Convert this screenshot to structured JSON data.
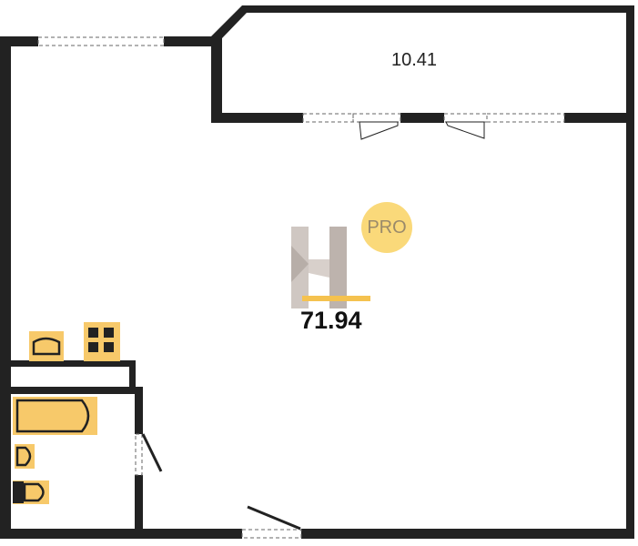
{
  "plan": {
    "balcony_area": "10.41",
    "total_area": "71.94",
    "badge": "PRO"
  },
  "colors": {
    "wall": "#222222",
    "fixture": "#f7c96a",
    "accent": "#f5c24f"
  }
}
